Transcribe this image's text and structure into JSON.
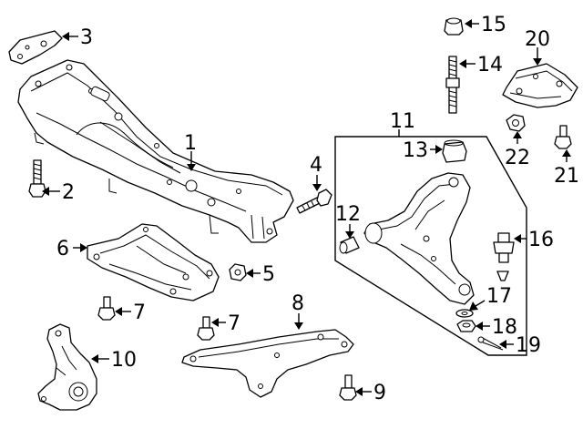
{
  "diagram": {
    "callouts": [
      {
        "id": "c1",
        "label": "1"
      },
      {
        "id": "c2",
        "label": "2"
      },
      {
        "id": "c3",
        "label": "3"
      },
      {
        "id": "c4",
        "label": "4"
      },
      {
        "id": "c5",
        "label": "5"
      },
      {
        "id": "c6",
        "label": "6"
      },
      {
        "id": "c7a",
        "label": "7"
      },
      {
        "id": "c7b",
        "label": "7"
      },
      {
        "id": "c8",
        "label": "8"
      },
      {
        "id": "c9",
        "label": "9"
      },
      {
        "id": "c10",
        "label": "10"
      },
      {
        "id": "c11",
        "label": "11"
      },
      {
        "id": "c12",
        "label": "12"
      },
      {
        "id": "c13",
        "label": "13"
      },
      {
        "id": "c14",
        "label": "14"
      },
      {
        "id": "c15",
        "label": "15"
      },
      {
        "id": "c16",
        "label": "16"
      },
      {
        "id": "c17",
        "label": "17"
      },
      {
        "id": "c18",
        "label": "18"
      },
      {
        "id": "c19",
        "label": "19"
      },
      {
        "id": "c20",
        "label": "20"
      },
      {
        "id": "c21",
        "label": "21"
      },
      {
        "id": "c22",
        "label": "22"
      }
    ],
    "colors": {
      "line": "#000000",
      "background": "#ffffff"
    }
  }
}
